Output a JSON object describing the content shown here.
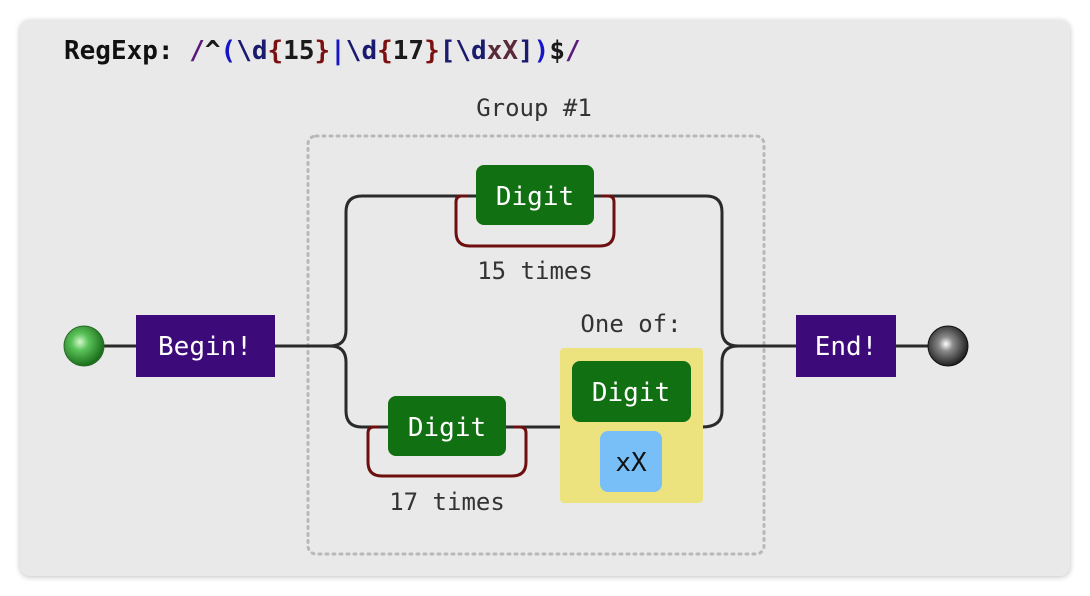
{
  "header": {
    "label": "RegExp:",
    "tokens": [
      {
        "text": " ",
        "color": "#111111"
      },
      {
        "text": "/",
        "color": "#5a1a7a"
      },
      {
        "text": "^",
        "color": "#1a1a1a"
      },
      {
        "text": "(",
        "color": "#1515c8"
      },
      {
        "text": "\\d",
        "color": "#1a1a6e"
      },
      {
        "text": "{",
        "color": "#7a1010"
      },
      {
        "text": "15",
        "color": "#1a1a1a"
      },
      {
        "text": "}",
        "color": "#7a1010"
      },
      {
        "text": "|",
        "color": "#1515c8"
      },
      {
        "text": "\\d",
        "color": "#1a1a6e"
      },
      {
        "text": "{",
        "color": "#7a1010"
      },
      {
        "text": "17",
        "color": "#1a1a1a"
      },
      {
        "text": "}",
        "color": "#7a1010"
      },
      {
        "text": "[",
        "color": "#1a1a6e"
      },
      {
        "text": "\\d",
        "color": "#1a1a6e"
      },
      {
        "text": "xX",
        "color": "#5a2a3a"
      },
      {
        "text": "]",
        "color": "#1a1a6e"
      },
      {
        "text": ")",
        "color": "#1515c8"
      },
      {
        "text": "$",
        "color": "#1a1a1a"
      },
      {
        "text": "/",
        "color": "#5a1a7a"
      }
    ]
  },
  "diagram": {
    "group_label": "Group #1",
    "begin_label": "Begin!",
    "end_label": "End!",
    "top_branch": {
      "node_label": "Digit",
      "repeat_label": "15 times"
    },
    "bottom_branch": {
      "node_label": "Digit",
      "repeat_label": "17 times"
    },
    "one_of": {
      "title": "One of:",
      "items": [
        "Digit",
        "xX"
      ]
    }
  },
  "colors": {
    "panel": "#e9e9e9",
    "begin_end_fill": "#3d0a7a",
    "digit_fill": "#117011",
    "repeat_loop": "#6e0f0f",
    "one_of_fill": "#ece37e",
    "literal_fill": "#79bff7",
    "connector": "#2a2a2a",
    "group_border": "#b8b8b8"
  }
}
